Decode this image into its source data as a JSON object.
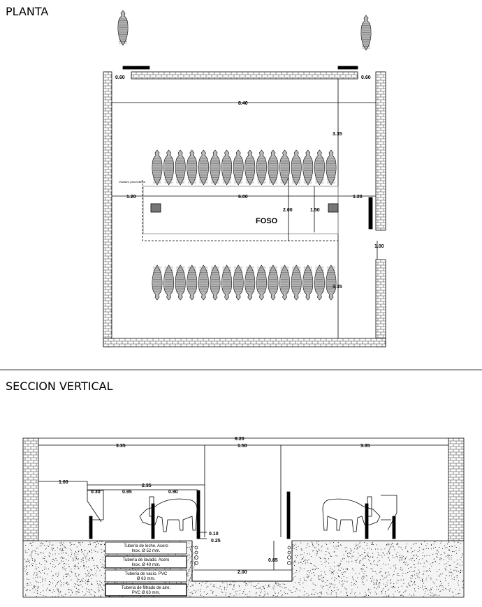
{
  "plan": {
    "title": "PLANTA",
    "dims": {
      "wall_left": "0.60",
      "wall_right": "0.60",
      "total_width": "8.40",
      "depth_top": "3.35",
      "depth_bottom": "3.35",
      "side_left": "1.20",
      "pit_length": "6.00",
      "side_right": "1.20",
      "outer_width": "2.00",
      "pit_width": "1.50",
      "door": "1.00"
    },
    "overhang_label": "Voladizo para tubería",
    "pit_label": "FOSO"
  },
  "section": {
    "title": "SECCION VERTICAL",
    "dims": {
      "total": "8.20",
      "left": "3.35",
      "middle": "1.50",
      "right": "3.35",
      "wall_gap": "1.00",
      "stall": "2.35",
      "feeder": "0.30",
      "d1": "0.95",
      "d2": "0.90",
      "curb": "0.10",
      "step": "0.25",
      "pit_depth": "0.85",
      "pit_width": "2.00"
    },
    "pipes": [
      {
        "line1": "Tubería de leche. Acero",
        "line2": "Inox. Ø 52 mm."
      },
      {
        "line1": "Tubería de lavado. Acero",
        "line2": "Inox. Ø 40 mm."
      },
      {
        "line1": "Tubería de vacío. PVC",
        "line2": "Ø 63 mm."
      },
      {
        "line1": "Tubería de filtrado de aire.",
        "line2": "PVC Ø 63 mm."
      }
    ]
  }
}
